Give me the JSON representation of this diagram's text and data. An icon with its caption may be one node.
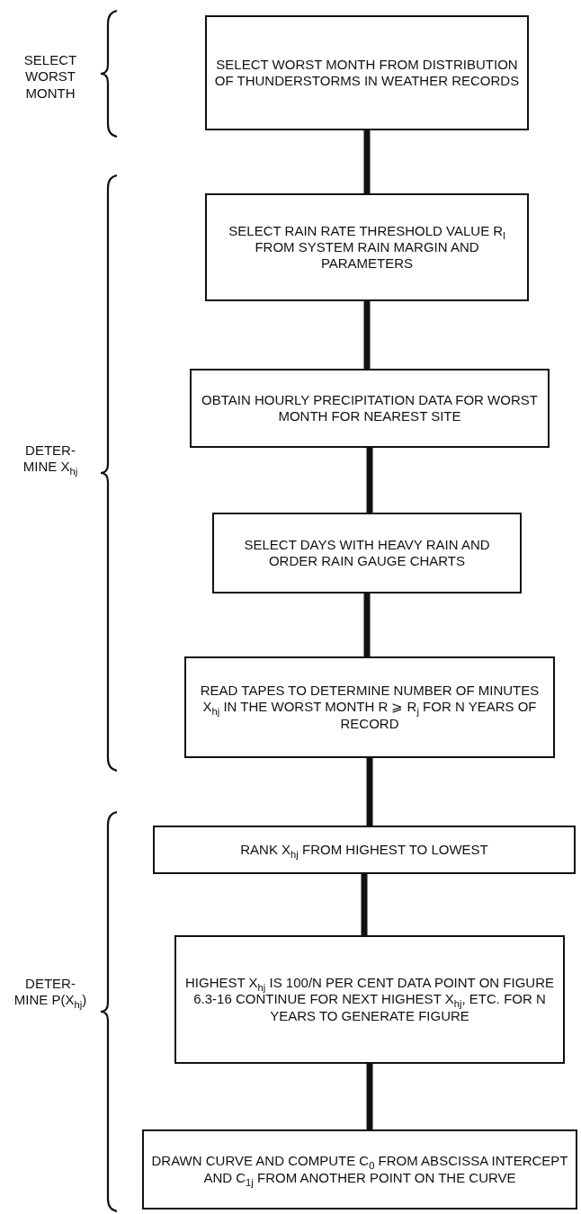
{
  "diagram": {
    "nodes": [
      {
        "text": [
          "SELECT WORST MONTH FROM DISTRIBUTION OF THUNDERSTORMS IN WEATHER RECORDS"
        ]
      },
      {
        "text": [
          "SELECT RAIN RATE THRESHOLD VALUE R$_{l}$ FROM SYSTEM RAIN MARGIN AND PARAMETERS"
        ]
      },
      {
        "text": [
          "OBTAIN HOURLY PRECIPITATION DATA FOR WORST MONTH FOR NEAREST SITE"
        ]
      },
      {
        "text": [
          "SELECT DAYS WITH HEAVY RAIN AND ORDER RAIN GAUGE CHARTS"
        ]
      },
      {
        "text": [
          "READ TAPES TO DETERMINE NUMBER OF MINUTES X$_{hj}$ IN THE WORST MONTH R ⩾ R$_{j}$ FOR N YEARS OF RECORD"
        ]
      },
      {
        "text": [
          "RANK X$_{hj}$ FROM HIGHEST TO LOWEST"
        ]
      },
      {
        "text": [
          "HIGHEST X$_{hj}$ IS 100/N PER CENT DATA POINT ON FIGURE 6.3-16 CONTINUE FOR NEXT HIGHEST X$_{hj}$, ETC. FOR N YEARS TO GENERATE FIGURE"
        ]
      },
      {
        "text": [
          "DRAWN CURVE AND COMPUTE C$_{0}$ FROM ABSCISSA INTERCEPT AND C$_{1j}$ FROM ANOTHER POINT ON THE CURVE"
        ]
      }
    ],
    "edges": [
      {
        "from": 0,
        "to": 1,
        "arrow": "none"
      },
      {
        "from": 1,
        "to": 2,
        "arrow": "none"
      },
      {
        "from": 2,
        "to": 3,
        "arrow": "none"
      },
      {
        "from": 3,
        "to": 4,
        "arrow": "none"
      },
      {
        "from": 4,
        "to": 5,
        "arrow": "none"
      },
      {
        "from": 5,
        "to": 6,
        "arrow": "none"
      },
      {
        "from": 6,
        "to": 7,
        "arrow": "none"
      }
    ],
    "labels": [
      "SELECT WORST MONTH",
      "DETER- MINE X$_{hj}$",
      "DETER- MINE P(X$_{hj}$)"
    ]
  }
}
